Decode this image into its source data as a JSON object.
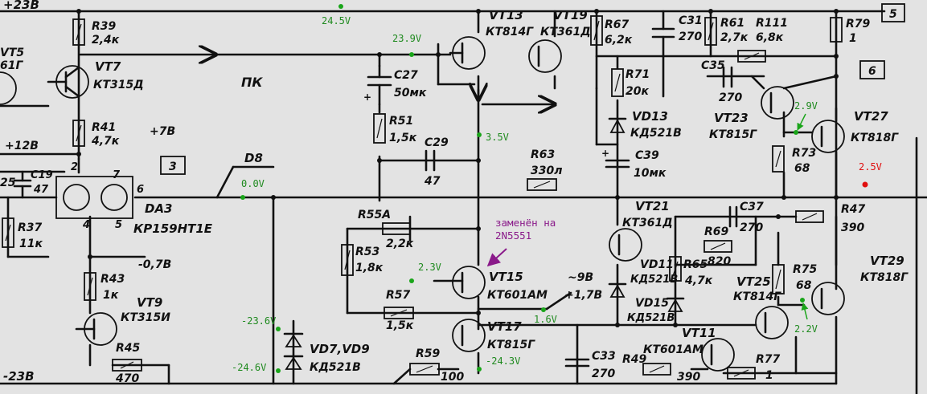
{
  "rails": {
    "plus": "+23B",
    "minus": "-23B"
  },
  "frame_numbers": {
    "n3": "3",
    "n5": "5",
    "n6": "6"
  },
  "resistors": [
    {
      "ref": "R39",
      "val": "2,4к"
    },
    {
      "ref": "R41",
      "val": "4,7к"
    },
    {
      "ref": "R43",
      "val": "1к"
    },
    {
      "ref": "R45",
      "val": "470"
    },
    {
      "ref": "R37",
      "val": "11к"
    },
    {
      "ref": "R51",
      "val": "1,5к"
    },
    {
      "ref": "R53",
      "val": "1,8к"
    },
    {
      "ref": "R55A",
      "val": "2,2к"
    },
    {
      "ref": "R57",
      "val": "1,5к"
    },
    {
      "ref": "R59",
      "val": "100"
    },
    {
      "ref": "R63",
      "val": "330л"
    },
    {
      "ref": "R67",
      "val": "6,2к"
    },
    {
      "ref": "R71",
      "val": "20к"
    },
    {
      "ref": "R61",
      "val": "2,7к"
    },
    {
      "ref": "R111",
      "val": "6,8к"
    },
    {
      "ref": "R79",
      "val": "1"
    },
    {
      "ref": "R73",
      "val": "68"
    },
    {
      "ref": "R47",
      "val": "390"
    },
    {
      "ref": "R69",
      "val": "820"
    },
    {
      "ref": "R65",
      "val": "4,7к"
    },
    {
      "ref": "R75",
      "val": "68"
    },
    {
      "ref": "R49",
      "val": "390"
    },
    {
      "ref": "R77",
      "val": "1"
    }
  ],
  "capacitors": [
    {
      "ref": "C19",
      "val": "47"
    },
    {
      "ref": "C27",
      "val": "50мк"
    },
    {
      "ref": "C29",
      "val": "47"
    },
    {
      "ref": "C31",
      "val": "270"
    },
    {
      "ref": "C35",
      "val": "270"
    },
    {
      "ref": "C39",
      "val": "10мк"
    },
    {
      "ref": "C37",
      "val": "270"
    },
    {
      "ref": "C33",
      "val": "270"
    }
  ],
  "transistors": [
    {
      "ref": "VT7",
      "type": "КТ315Д"
    },
    {
      "ref": "VT9",
      "type": "КТ315И"
    },
    {
      "ref": "VT13",
      "type": "КТ814Г"
    },
    {
      "ref": "VT19",
      "type": "КТ361Д"
    },
    {
      "ref": "VT15",
      "type": "КТ601АМ"
    },
    {
      "ref": "VT17",
      "type": "КТ815Г"
    },
    {
      "ref": "VT21",
      "type": "КТ361Д"
    },
    {
      "ref": "VT23",
      "type": "КТ815Г"
    },
    {
      "ref": "VT25",
      "type": "КТ814Г"
    },
    {
      "ref": "VT27",
      "type": "КТ818Г"
    },
    {
      "ref": "VT29",
      "type": "КТ818Г"
    },
    {
      "ref": "VT11",
      "type": "КТ601АМ"
    },
    {
      "ref": "VT5",
      "type": "61Г"
    }
  ],
  "diodes": [
    {
      "ref": "VD7,VD9",
      "type": "КД521В"
    },
    {
      "ref": "VD13",
      "type": "КД521В"
    },
    {
      "ref": "VD11",
      "type": "КД521В"
    },
    {
      "ref": "VD15",
      "type": "КД521В"
    }
  ],
  "opamp": {
    "ref": "DA3",
    "type": "КР159НТ1Е",
    "pins": [
      "2",
      "7",
      "6",
      "4",
      "5"
    ]
  },
  "misc_labels": {
    "pk": "ПК",
    "d8": "D8",
    "plus78": "+7B",
    "minus78": "-0,7B",
    "plus12b": "+12B",
    "v98": "~9B",
    "v178": "+1,7B",
    "left25": "25"
  },
  "measurements": {
    "v1": "24.5V",
    "v2": "23.9V",
    "v3": "3.5V",
    "v4": "0.0V",
    "v5": "2.3V",
    "v6": "1.6V",
    "v7": "-23.6V",
    "v8": "-24.6V",
    "v9": "-24.3V",
    "v10": "2.9V",
    "v11": "2.5V",
    "v12": "2.2V"
  },
  "annotation": {
    "line1": "заменён на",
    "line2": "2N5551"
  },
  "colors": {
    "background": "#e3e3e3",
    "ink": "#111111",
    "measure": "#1f8a1f",
    "highlight": "#e01010",
    "annotation": "#8a1a8a"
  }
}
